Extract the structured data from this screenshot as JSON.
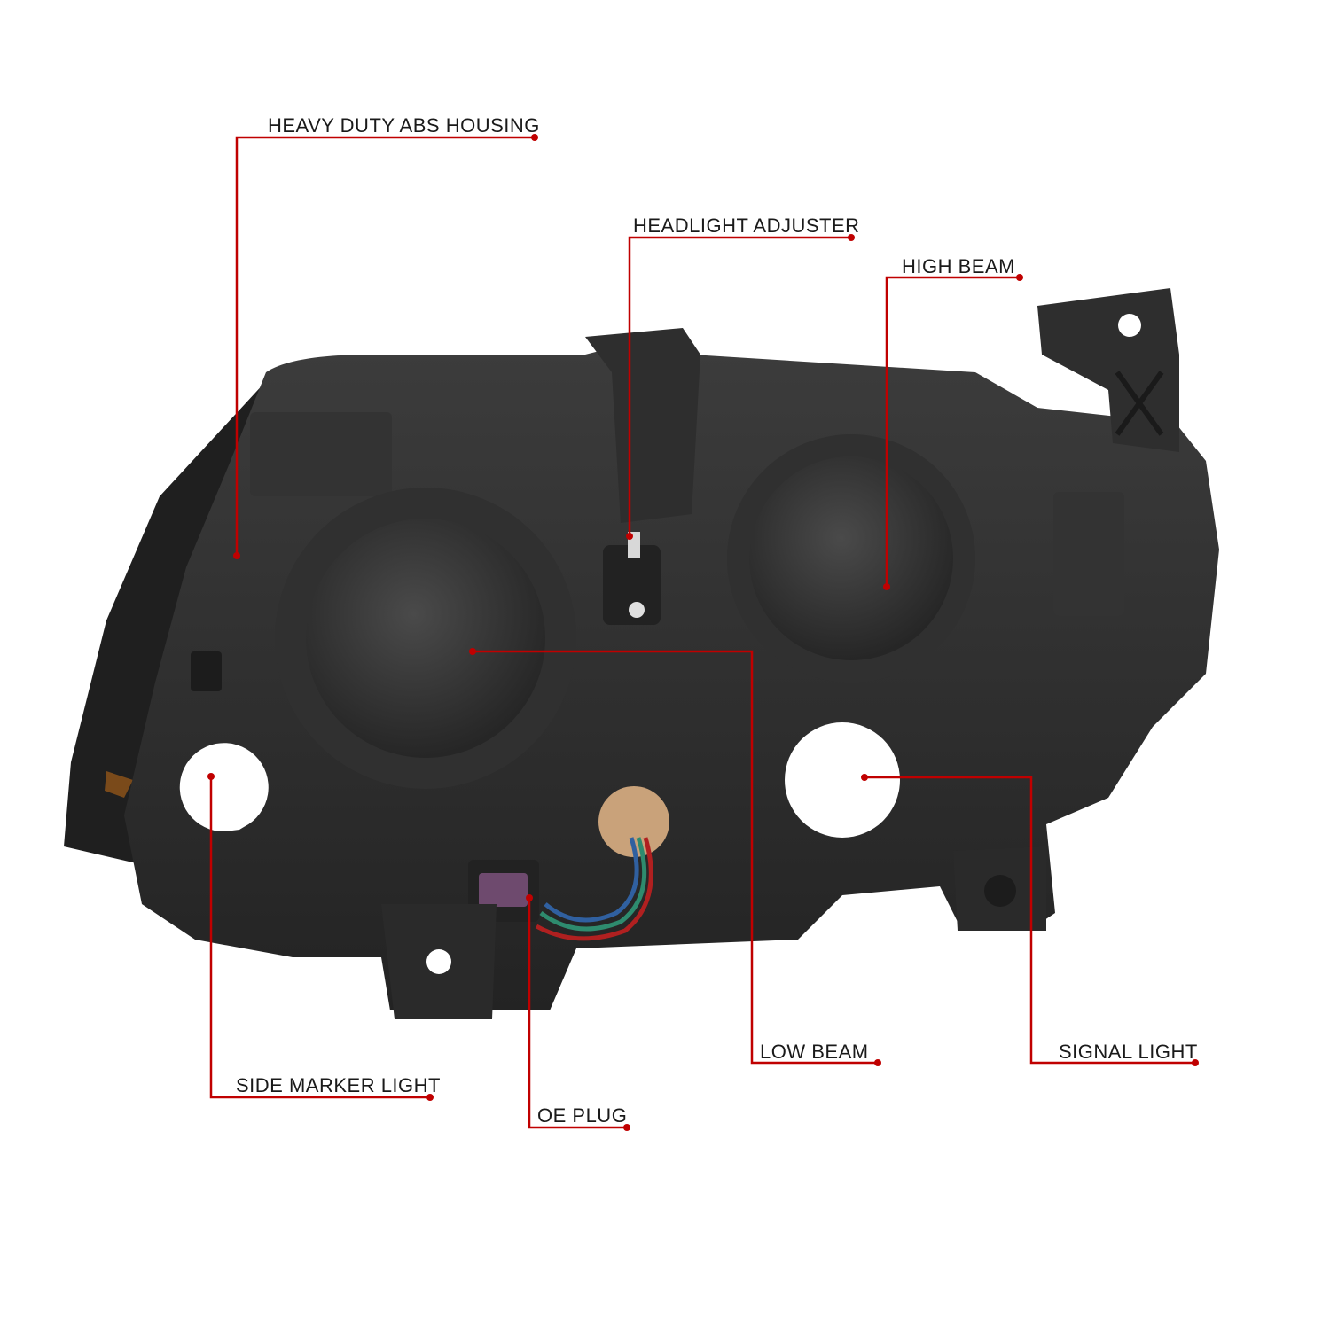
{
  "callouts": {
    "housing": "HEAVY DUTY ABS HOUSING",
    "adjuster": "HEADLIGHT ADJUSTER",
    "high_beam": "HIGH BEAM",
    "low_beam": "LOW BEAM",
    "signal": "SIGNAL LIGHT",
    "side_marker": "SIDE MARKER LIGHT",
    "oe_plug": "OE PLUG"
  },
  "colors": {
    "leader": "#c00000",
    "housing_dark": "#2a2a2a",
    "housing_mid": "#3a3a3a",
    "socket_white": "#ffffff",
    "bulb_socket": "#c9a27a"
  }
}
